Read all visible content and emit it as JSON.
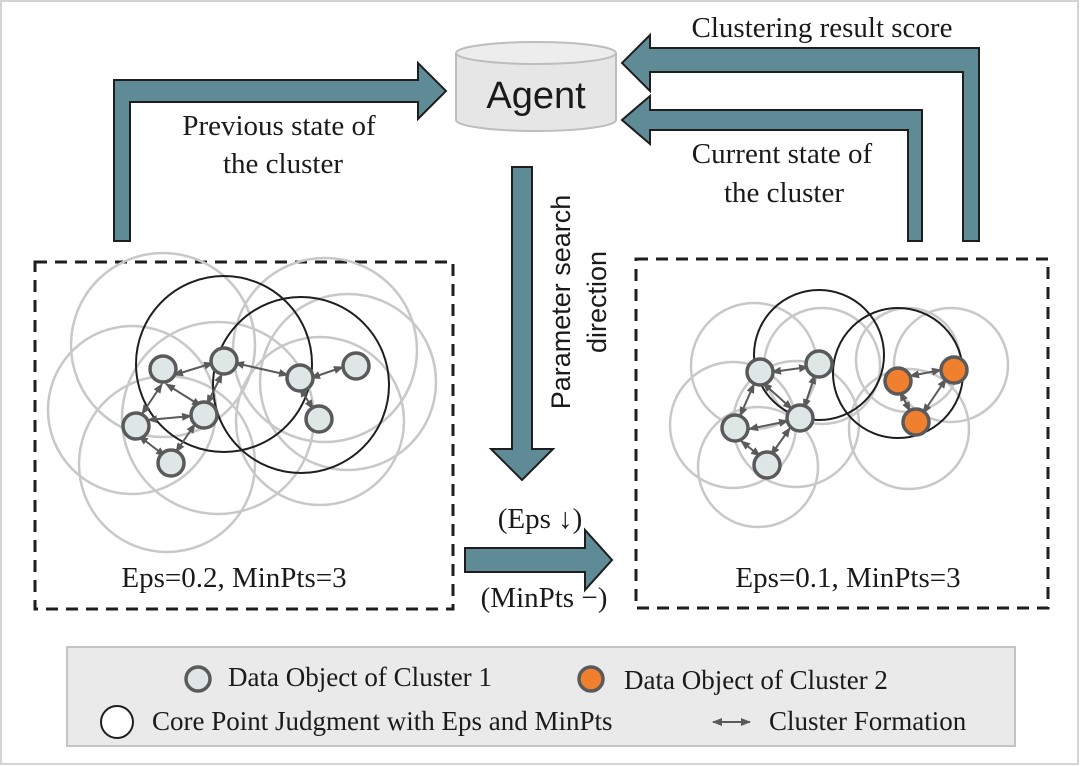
{
  "agent": {
    "label": "Agent"
  },
  "flows": {
    "previous_state": [
      "Previous state of",
      "the cluster"
    ],
    "current_state": [
      "Current state of",
      "the cluster"
    ],
    "score": "Clustering result score",
    "search_direction": [
      "Parameter search",
      "direction"
    ]
  },
  "transition": {
    "eps_change": "(Eps ↓)",
    "minpts_change": "(MinPts −)"
  },
  "panels": {
    "left": {
      "caption": "Eps=0.2, MinPts=3"
    },
    "right": {
      "caption": "Eps=0.1, MinPts=3"
    }
  },
  "legend": {
    "cluster1": "Data Object of Cluster 1",
    "cluster2": "Data Object of Cluster 2",
    "core_point": "Core Point Judgment with Eps and MinPts",
    "formation": "Cluster Formation"
  },
  "colors": {
    "arrow_fill": "#5e8b95",
    "cluster1_fill": "#dfe6e6",
    "cluster2_fill": "#f07f2e",
    "node_stroke": "#5a5a5a",
    "neighborhood": "#c8c8c8",
    "core_circle": "#1e1e1e",
    "legend_bg": "#eaeaea"
  }
}
